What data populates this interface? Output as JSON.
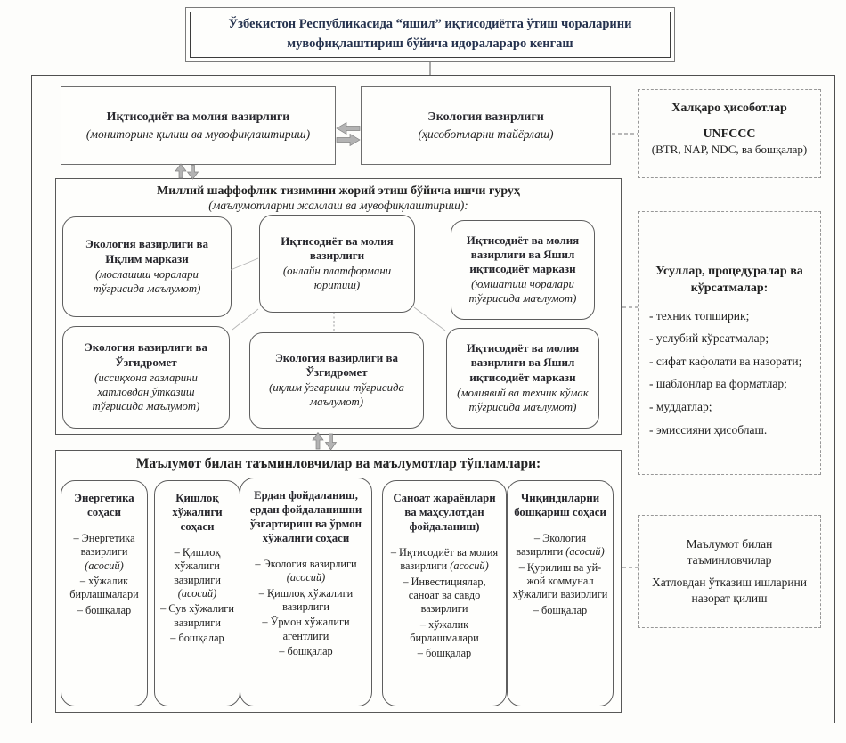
{
  "colors": {
    "title_text": "#25324e",
    "arrow_gray": "#b3b3b3",
    "border_dark": "#4f4f4f"
  },
  "council": {
    "title": "Ўзбекистон Республикасида “яшил” иқтисодиётга ўтиш чораларини мувофиқлаштириш бўйича идоралараро кенгаш"
  },
  "ministries": {
    "economy": {
      "title": "Иқтисодиёт ва молия вазирлиги",
      "subtitle": "(мониторинг қилиш ва мувофиқлаштириш)"
    },
    "ecology": {
      "title": "Экология вазирлиги",
      "subtitle": "(ҳисоботларни тайёрлаш)"
    }
  },
  "international_reports": {
    "title": "Халқаро ҳисоботлар",
    "org": "UNFCCC",
    "note": "(BTR, NAP, NDC, ва бошқалар)"
  },
  "working_group": {
    "title": "Миллий шаффофлик тизимини жорий этиш бўйича ишчи гуруҳ",
    "subtitle": "(маълумотларни жамлаш ва мувофиқлаштириш):",
    "members": [
      {
        "title": "Экология вазирлиги ва Иқлим маркази",
        "subtitle": "(мослашиш чоралари тўғрисида маълумот)"
      },
      {
        "title": "Иқтисодиёт ва молия вазирлиги",
        "subtitle": "(онлайн платформани юритиш)"
      },
      {
        "title": "Иқтисодиёт ва молия вазирлиги ва Яшил иқтисодиёт маркази",
        "subtitle": "(юмшатиш чоралари тўғрисида маълумот)"
      },
      {
        "title": "Экология вазирлиги ва Ўзгидромет",
        "subtitle": "(иссиқхона газларини хатловдан ўтказиш тўғрисида маълумот)"
      },
      {
        "title": "Экология вазирлиги ва Ўзгидромет",
        "subtitle": "(иқлим ўзгариши тўғрисида маълумот)"
      },
      {
        "title": "Иқтисодиёт ва молия вазирлиги ва Яшил иқтисодиёт маркази",
        "subtitle": "(молиявий ва техник кўмак тўғрисида маълумот)"
      }
    ]
  },
  "methods": {
    "title": "Усуллар, процедуралар ва кўрсатмалар:",
    "items": [
      "- техник топширик;",
      "- услубий кўрсатмалар;",
      "- сифат кафолати ва назорати;",
      "- шаблонлар ва форматлар;",
      "- муддатлар;",
      "- эмиссияни ҳисоблаш."
    ]
  },
  "providers": {
    "title": "Маълумот билан таъминловчилар ва маълумотлар тўпламлари:",
    "sectors": [
      {
        "title": "Энергетика соҳаси",
        "items": [
          {
            "text": "– Энергетика вазирлиги",
            "note": "(асосий)"
          },
          {
            "text": "– хўжалик бирлашмалари",
            "note": ""
          },
          {
            "text": "– бошқалар",
            "note": ""
          }
        ]
      },
      {
        "title": "Қишлоқ хўжалиги соҳаси",
        "items": [
          {
            "text": "– Қишлоқ хўжалиги вазирлиги",
            "note": "(асосий)"
          },
          {
            "text": "– Сув хўжалиги вазирлиги",
            "note": ""
          },
          {
            "text": "– бошқалар",
            "note": ""
          }
        ]
      },
      {
        "title": "Ердан фойдаланиш, ердан фойдаланишни ўзгартириш ва ўрмон хўжалиги соҳаси",
        "items": [
          {
            "text": "– Экология вазирлиги",
            "note": "(асосий)"
          },
          {
            "text": "– Қишлоқ хўжалиги вазирлиги",
            "note": ""
          },
          {
            "text": "– Ўрмон хўжалиги агентлиги",
            "note": ""
          },
          {
            "text": "– бошқалар",
            "note": ""
          }
        ]
      },
      {
        "title": "Саноат жараёнлари ва маҳсулотдан фойдаланиш)",
        "items": [
          {
            "text": "– Иқтисодиёт ва молия вазирлиги",
            "note": "(асосий)"
          },
          {
            "text": "– Инвестициялар, саноат ва савдо вазирлиги",
            "note": ""
          },
          {
            "text": "– хўжалик бирлашмалари",
            "note": ""
          },
          {
            "text": "– бошқалар",
            "note": ""
          }
        ]
      },
      {
        "title": "Чиқиндиларни бошқариш соҳаси",
        "items": [
          {
            "text": "– Экология вазирлиги",
            "note": "(асосий)"
          },
          {
            "text": "– Қурилиш ва уй-жой коммунал хўжалиги вазирлиги",
            "note": ""
          },
          {
            "text": "– бошқалар",
            "note": ""
          }
        ]
      }
    ]
  },
  "oversight": {
    "line1": "Маълумот билан таъминловчилар",
    "line2": "Хатловдан ўтказиш ишларини назорат қилиш"
  }
}
